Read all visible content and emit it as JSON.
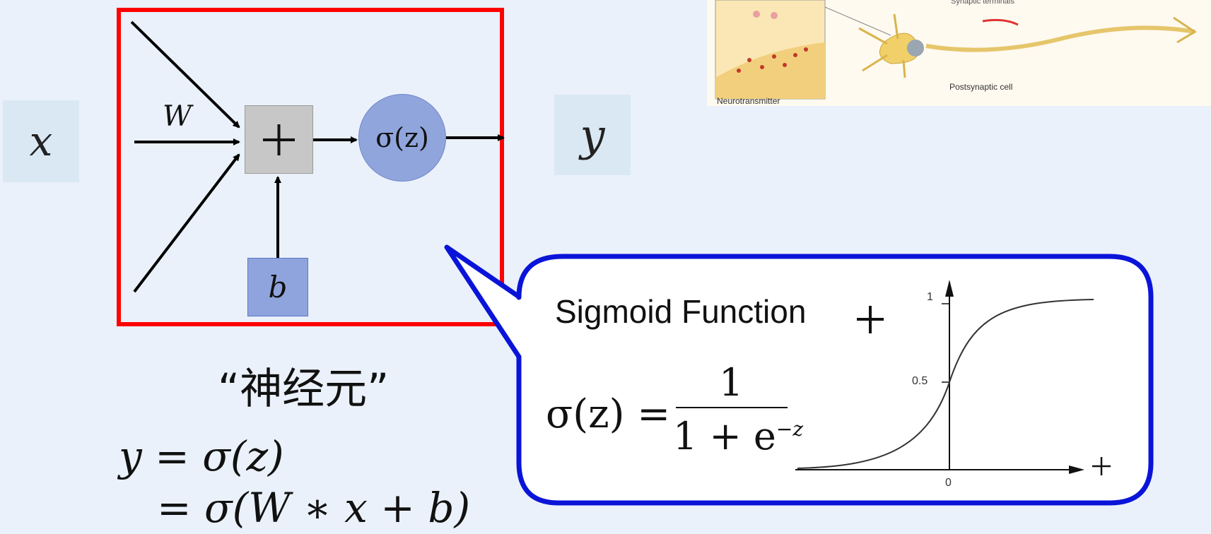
{
  "neuron": {
    "input": "x",
    "output": "y",
    "weight": "W",
    "bias": "b",
    "sum_symbol": "+",
    "activation": "σ(z)",
    "caption": "“神经元”"
  },
  "equations": {
    "line1": "y = σ(z)",
    "line2": "= σ(W ∗ x + b)"
  },
  "photo_labels": {
    "neurotransmitter": "Neurotransmitter",
    "postsynaptic": "Postsynaptic cell",
    "synaptic": "Synaptic terminals"
  },
  "callout": {
    "title": "Sigmoid Function",
    "formula_lhs": "σ(z) =",
    "formula_num": "1",
    "formula_den": "1 + e",
    "formula_exp": "−z",
    "y_tick_1": "1",
    "y_tick_05": "0.5",
    "x_tick_0": "0"
  },
  "colors": {
    "neuron_frame": "#ff0000",
    "callout_border": "#0a14d8",
    "circle_fill": "#91a5dd",
    "bias_fill": "#8fa4dd"
  }
}
